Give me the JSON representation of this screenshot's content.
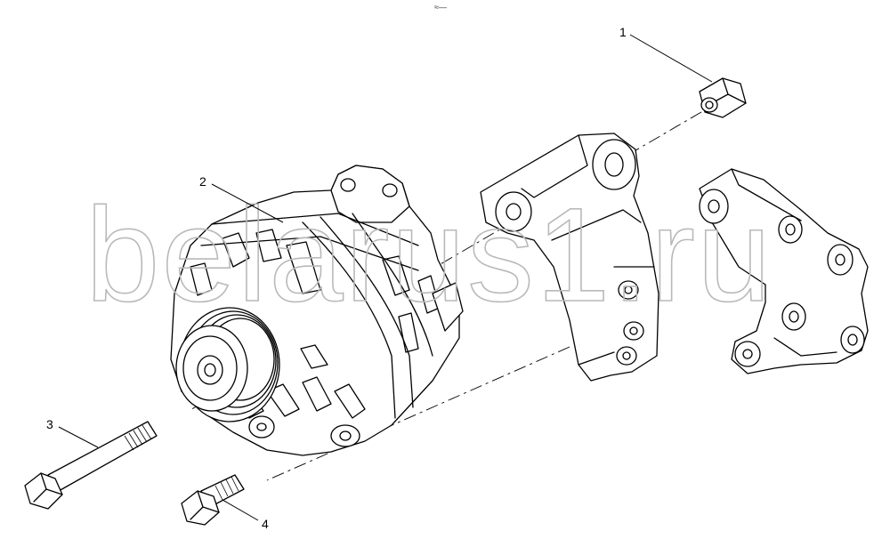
{
  "diagram": {
    "header_mark": "≈—",
    "watermark": "belarus1.ru",
    "callouts": [
      {
        "id": "1",
        "label": "1",
        "part": "nut"
      },
      {
        "id": "2",
        "label": "2",
        "part": "alternator"
      },
      {
        "id": "3",
        "label": "3",
        "part": "long-bolt"
      },
      {
        "id": "4",
        "label": "4",
        "part": "short-bolt"
      }
    ]
  }
}
